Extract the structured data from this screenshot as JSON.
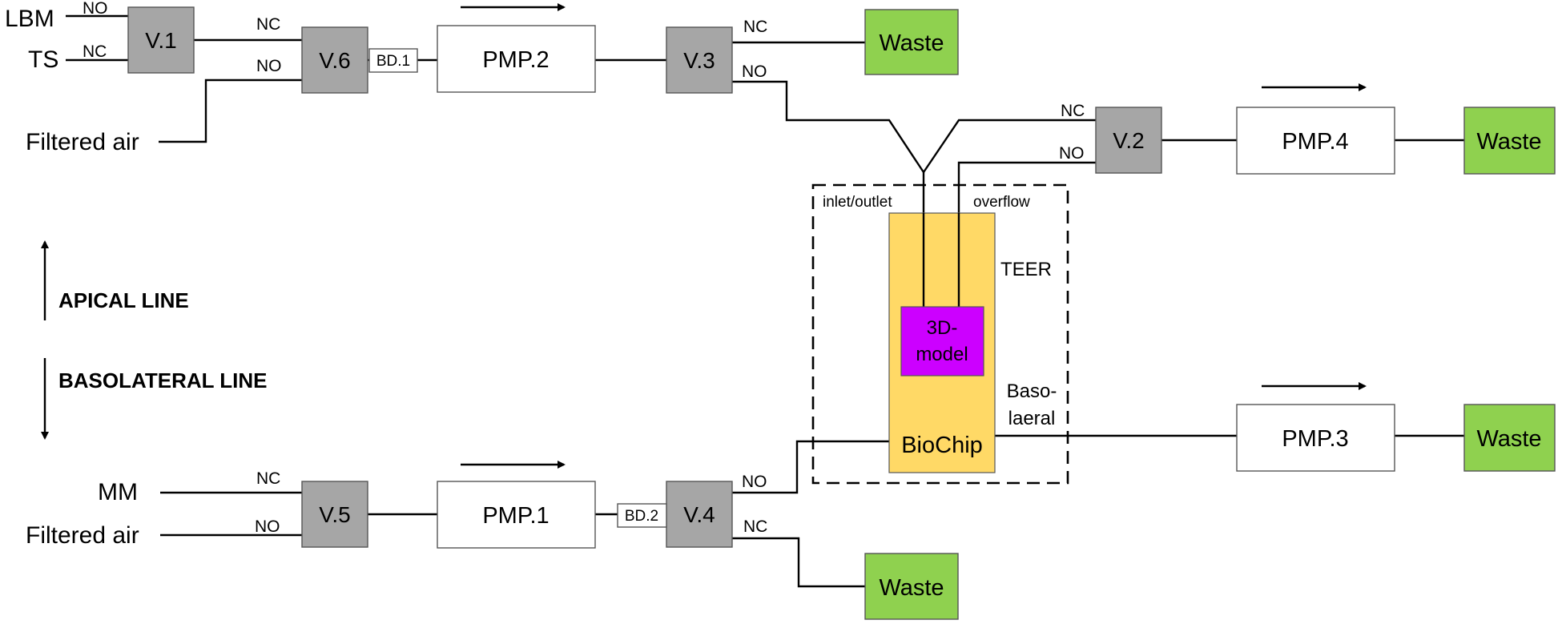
{
  "sources": {
    "lbm": "LBM",
    "ts": "TS",
    "filtered_air_top": "Filtered air",
    "mm": "MM",
    "filtered_air_bottom": "Filtered air"
  },
  "valves": {
    "v1": "V.1",
    "v2": "V.2",
    "v3": "V.3",
    "v4": "V.4",
    "v5": "V.5",
    "v6": "V.6"
  },
  "pumps": {
    "pmp1": "PMP.1",
    "pmp2": "PMP.2",
    "pmp3": "PMP.3",
    "pmp4": "PMP.4"
  },
  "bubble_detectors": {
    "bd1": "BD.1",
    "bd2": "BD.2"
  },
  "waste": {
    "w1": "Waste",
    "w2": "Waste",
    "w3": "Waste",
    "w4": "Waste"
  },
  "ports": {
    "no_lbm": "NO",
    "nc_ts": "NC",
    "nc_v6_top": "NC",
    "no_v6_bottom": "NO",
    "nc_v3": "NC",
    "no_v3": "NO",
    "nc_v2": "NC",
    "no_v2": "NO",
    "nc_v5": "NC",
    "no_v5": "NO",
    "no_v4": "NO",
    "nc_v4": "NC"
  },
  "chip": {
    "inlet_outlet": "inlet/outlet",
    "overflow": "overflow",
    "teer": "TEER",
    "model_line1": "3D-",
    "model_line2": "model",
    "baso_line1": "Baso-",
    "baso_line2": "laeral",
    "biochip": "BioChip"
  },
  "lines": {
    "apical": "APICAL LINE",
    "basolateral": "BASOLATERAL LINE"
  },
  "colors": {
    "valve": "#a6a6a6",
    "waste": "#8fd14f",
    "biochip": "#ffd966",
    "model": "#cc00ff"
  }
}
